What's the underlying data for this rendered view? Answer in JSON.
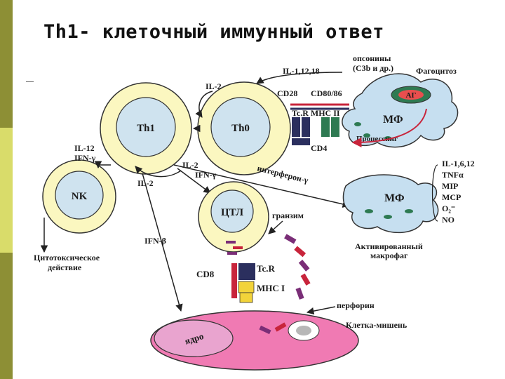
{
  "slide": {
    "title": "Th1- клеточный иммунный ответ"
  },
  "colors": {
    "sidebar_olive": "#8d8f35",
    "sidebar_light": "#d9dc6a",
    "cell_yellow": "#fbf7c0",
    "cell_blue": "#cfe3ef",
    "macrophage_blue": "#c6dff0",
    "target_pink": "#f07ab3",
    "target_nucleus": "#e9a4cf",
    "receptor_navy": "#2b2f5e",
    "mhc_green": "#2e7a52",
    "granzyme_red": "#c8243b",
    "granule_purple": "#7a2e77"
  },
  "diagram": {
    "cells": {
      "th1": "Th1",
      "th0": "Th0",
      "nk": "NK",
      "ctl": "ЦТЛ",
      "mf_top": "МФ",
      "mf_activated": "МФ",
      "antigen": "АГ",
      "nucleus": "ядро"
    },
    "labels": {
      "opsonins_line1": "опсонины",
      "opsonins_line2": "(C3b и др.)",
      "phagocytosis": "Фагоцитоз",
      "il_1_12_18": "IL-1,12,18",
      "il2_top": "IL-2",
      "cd28": "CD28",
      "cd80_86": "CD80/86",
      "tcr_mhc_ii": "Tc.R MHC II",
      "processing": "Процессинг",
      "cd4": "CD4",
      "il12": "IL-12",
      "ifn_gamma_left": "IFN-γ",
      "il2_mid": "IL-2",
      "ifn_gamma_mid": "IFN-γ",
      "il2_lower": "IL-2",
      "interferon_gamma": "интерферон-γ",
      "il_1_6_12": "IL-1,6,12",
      "tnf_alpha": "TNFα",
      "mip": "MIP",
      "mcp": "MCP",
      "o2": "O₂⁻",
      "no": "NO",
      "granzyme": "гранзим",
      "activated_mf_line1": "Активированный",
      "activated_mf_line2": "макрофаг",
      "ifn_beta": "IFN-β",
      "cytotoxic_line1": "Цитотоксическое",
      "cytotoxic_line2": "действие",
      "cd8": "CD8",
      "tcr": "Tc.R",
      "mhc_i": "MHC I",
      "perforin": "перфорин",
      "target_cell": "Клетка-мишень"
    }
  }
}
